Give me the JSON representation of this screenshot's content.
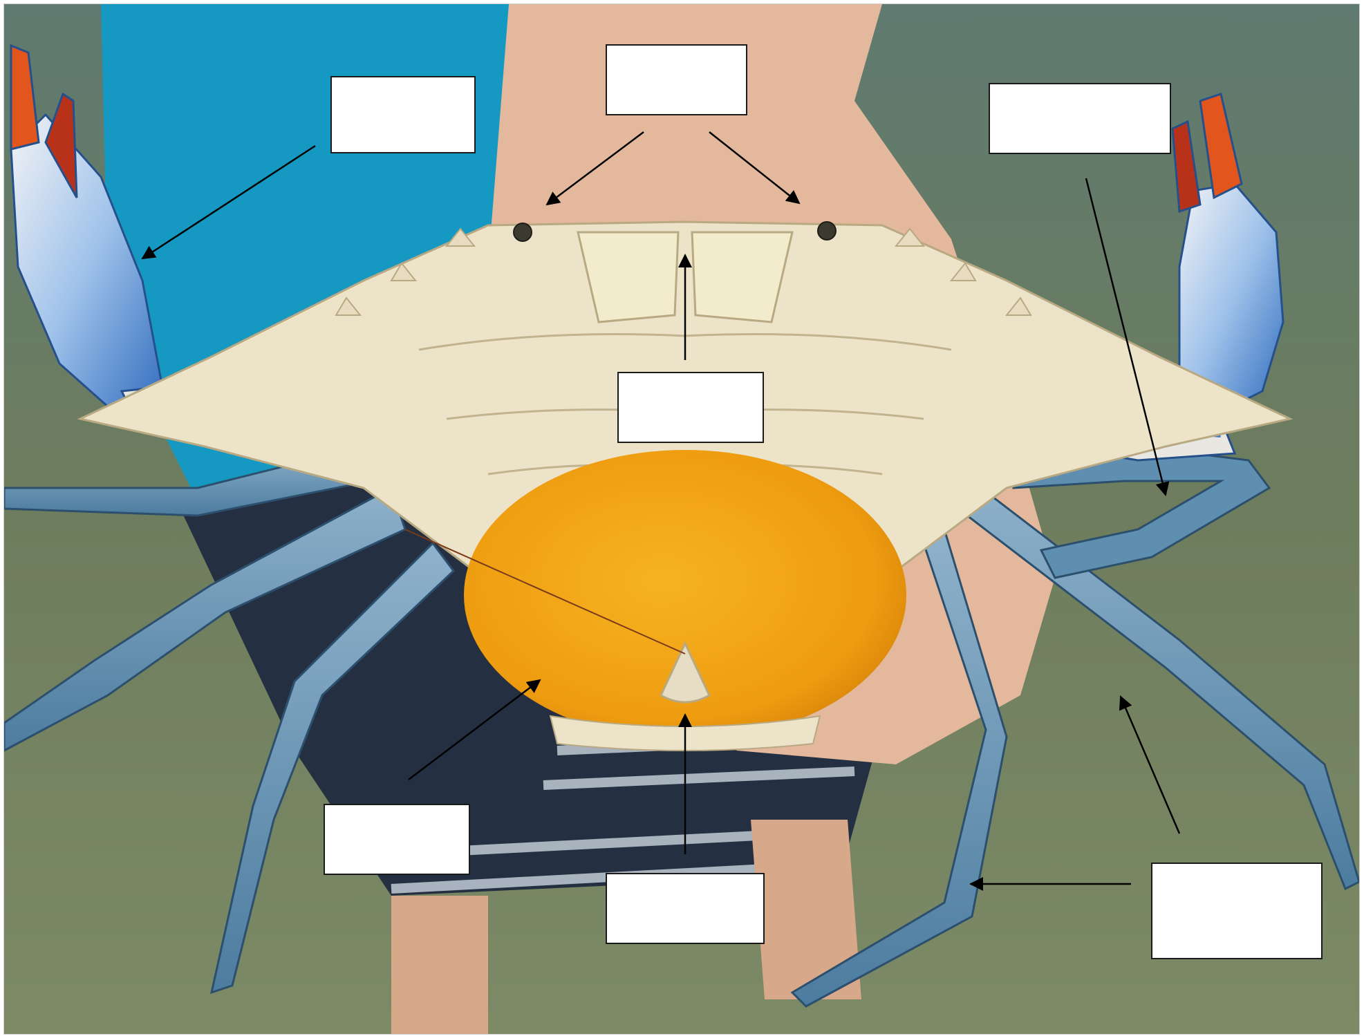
{
  "diagram": {
    "kind": "blank-label-worksheet",
    "subject_colors": {
      "water": "#6f7d5c",
      "shirt": "#1598c2",
      "shell_underside": "#ece3c9",
      "claw_blue": "#3e78c4",
      "claw_tip": "#e2551c",
      "egg_mass": "#f0a316",
      "skin": "#e3b89c",
      "shorts": "#243042",
      "arrow": "#000000",
      "label_fill": "#ffffff"
    },
    "labels": [
      {
        "id": "claw",
        "text": ""
      },
      {
        "id": "eyes",
        "text": ""
      },
      {
        "id": "walking-leg",
        "text": ""
      },
      {
        "id": "mouth",
        "text": ""
      },
      {
        "id": "egg-mass",
        "text": ""
      },
      {
        "id": "abdomen",
        "text": ""
      },
      {
        "id": "swimming-leg",
        "text": ""
      }
    ]
  }
}
